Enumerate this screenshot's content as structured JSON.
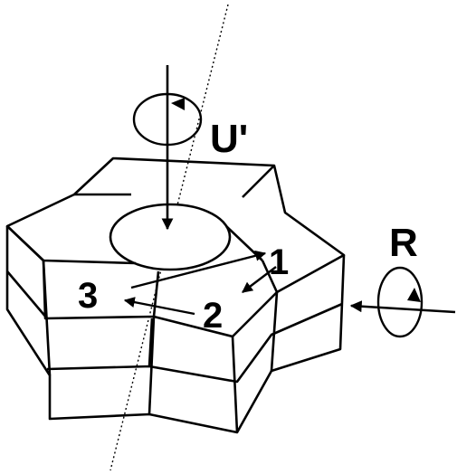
{
  "labels": {
    "u_prime": "U'",
    "r": "R",
    "step_1": "1",
    "step_2": "2",
    "step_3": "3"
  },
  "colors": {
    "stroke": "#000000",
    "background": "#ffffff"
  },
  "icons": {
    "u_rotation": "clockwise-rotation-arrow-icon",
    "r_rotation": "clockwise-rotation-arrow-icon"
  }
}
